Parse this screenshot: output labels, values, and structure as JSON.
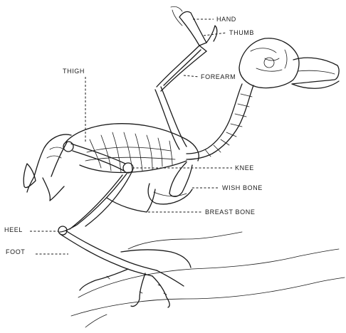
{
  "labels": {
    "hand": "HAND",
    "thumb": "THUMB",
    "thigh": "THIGH",
    "forearm": "FOREARM",
    "knee": "KNEE",
    "wish_bone": "WISH BONE",
    "breast_bone": "BREAST BONE",
    "heel": "HEEL",
    "foot": "FOOT"
  }
}
